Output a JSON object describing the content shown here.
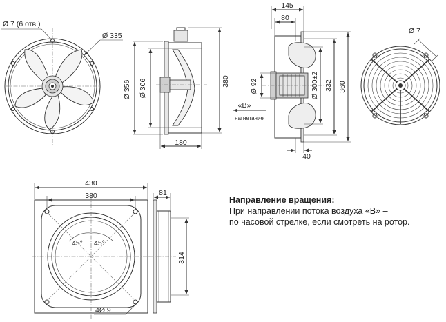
{
  "front_view": {
    "holes_label": "Ø 7 (6 отв.)",
    "impeller_dia": "Ø 335",
    "outer_dia": "Ø 356"
  },
  "side_view": {
    "dia_306": "Ø 306",
    "height_380": "380",
    "depth_180": "180"
  },
  "section_view": {
    "width_145": "145",
    "width_80": "80",
    "motor_dia": "Ø 92",
    "bolt_circle": "Ø 300±2",
    "dim_332": "332",
    "dim_360": "360",
    "dim_40": "40",
    "flow_label": "«B»",
    "flow_sublabel": "нагнетание"
  },
  "grille_view": {
    "hole_dia": "Ø 7"
  },
  "plate_view": {
    "width_430": "430",
    "width_380": "380",
    "angle_left": "45°",
    "angle_right": "45°",
    "holes_label": "4Ø 9"
  },
  "plate_side": {
    "depth_81": "81",
    "height_314": "314"
  },
  "rotation_note": {
    "title": "Направление вращения:",
    "line1": "При направлении потока воздуха «B» –",
    "line2": "по часовой стрелке, если смотреть на ротор."
  }
}
